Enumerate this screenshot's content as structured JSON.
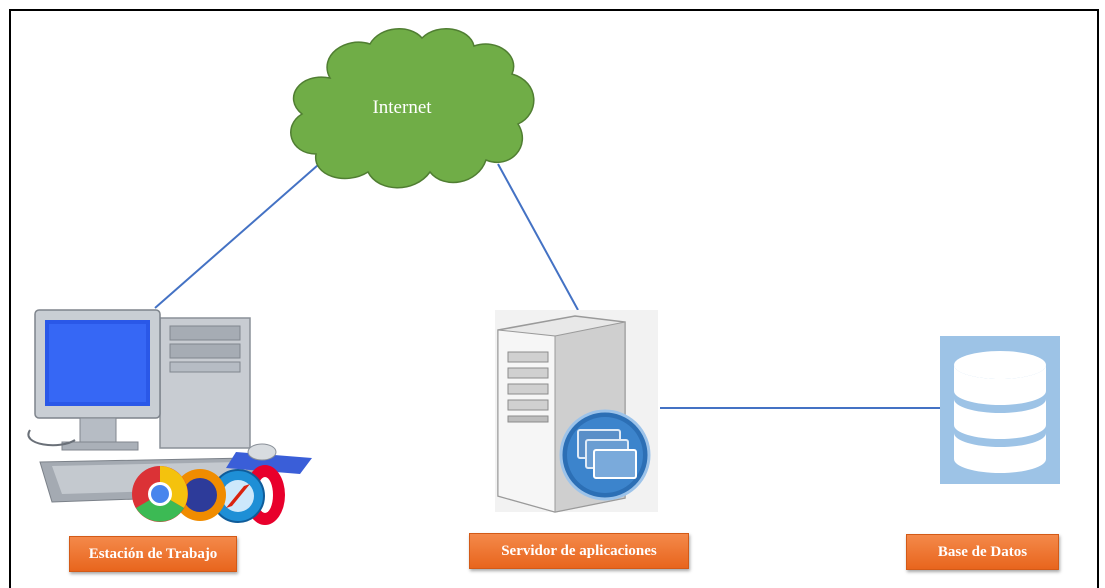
{
  "cloud": {
    "label": "Internet"
  },
  "nodes": {
    "workstation": {
      "label": "Estación de Trabajo"
    },
    "app_server": {
      "label": "Servidor de aplicaciones"
    },
    "database": {
      "label": "Base de Datos"
    }
  },
  "colors": {
    "cloud_fill": "#70ad47",
    "connector": "#4472c4",
    "label_bg": "#ed7d31",
    "db_bg": "#9dc3e6"
  },
  "icons": {
    "workstation": "desktop-computer-with-browsers-icon",
    "app_server": "server-tower-icon",
    "database": "database-icon"
  }
}
